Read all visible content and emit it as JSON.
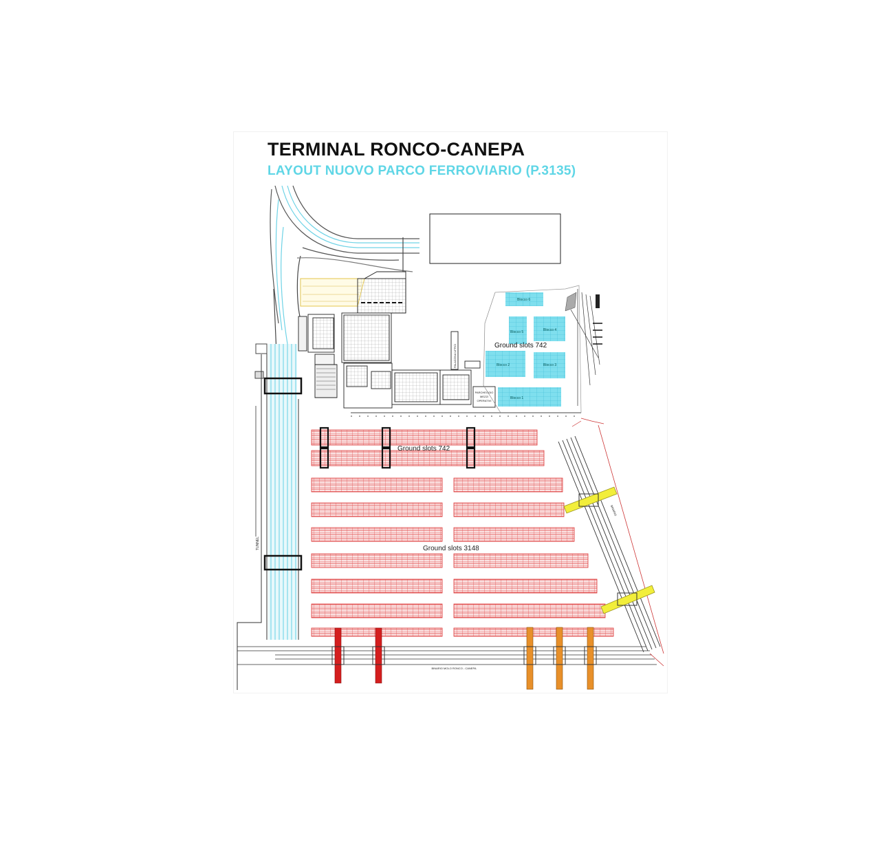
{
  "header": {
    "title": "TERMINAL RONCO-CANEPA",
    "subtitle": "LAYOUT NUOVO PARCO FERROVIARIO (P.3135)"
  },
  "labels": {
    "ground_slots_top": "Ground slots 742",
    "ground_slots_middle": "Ground slots 742",
    "ground_slots_bottom": "Ground slots 3148"
  },
  "blocks": {
    "blocco_6": "Blocco 6",
    "blocco_5": "Blocco 5",
    "blocco_4": "Blocco 4",
    "blocco_2": "Blocco 2",
    "blocco_3": "Blocco 3",
    "blocco_1": "Blocco 1"
  },
  "small_text": {
    "parcheggio_line1": "PARCHEGGIO",
    "parcheggio_line2": "MEZZI",
    "parcheggio_line3": "OPERATIVI",
    "palazzina_uffici": "PALAZZINA UFFICI",
    "bottom_track": "BINARIO MOLO RONCO - CANEPA"
  },
  "colors": {
    "reefer_area": "#43d3e8",
    "container_rows": "#e02020",
    "crane_red": "#d41e1e",
    "crane_orange": "#e8902a",
    "bridge_yellow": "#f2ee3a",
    "rail_cyan": "#6fd3e6",
    "title_cyan": "#5fd6e6"
  }
}
